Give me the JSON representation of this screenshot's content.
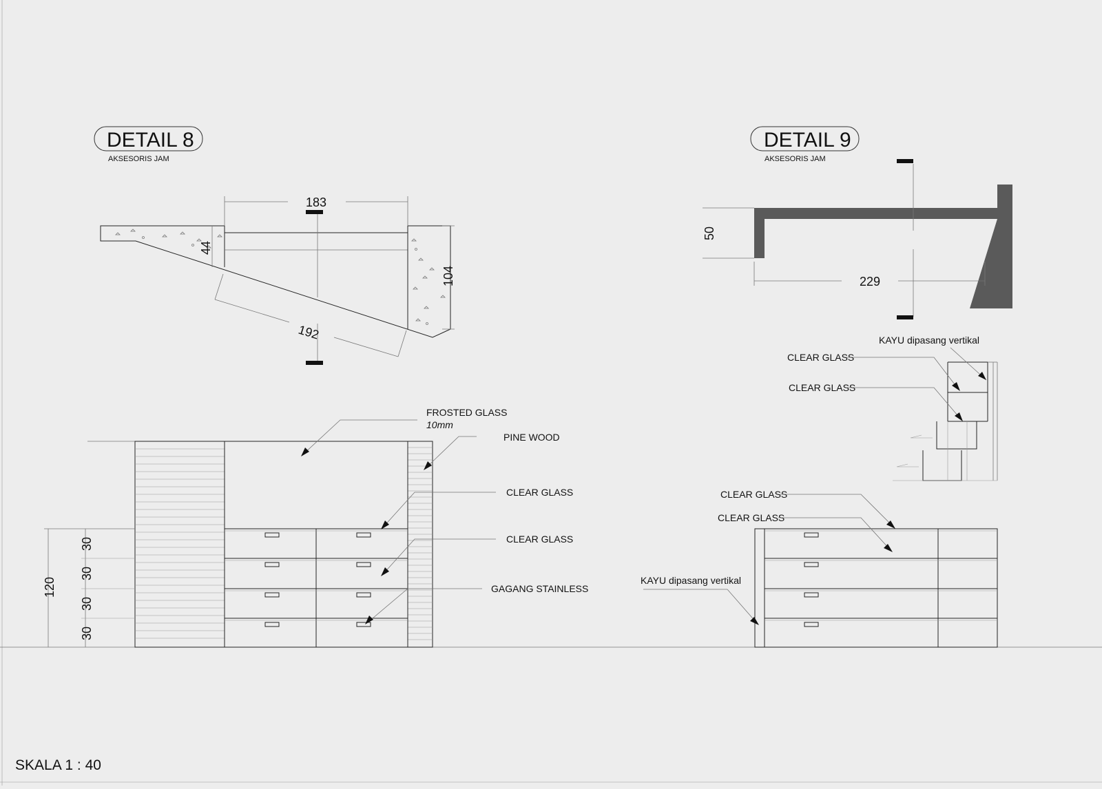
{
  "detail8": {
    "title": "DETAIL 8",
    "subtitle": "AKSESORIS JAM",
    "dims": {
      "width": "183",
      "depth": "44",
      "height": "104",
      "slope": "192"
    }
  },
  "detail9": {
    "title": "DETAIL 9",
    "subtitle": "AKSESORIS JAM",
    "dims": {
      "height": "50",
      "width": "229"
    }
  },
  "elevation_left": {
    "labels": {
      "frosted_glass": "FROSTED GLASS",
      "frosted_glass_thickness": "10mm",
      "pine_wood": "PINE WOOD",
      "clear_glass_1": "CLEAR GLASS",
      "clear_glass_2": "CLEAR GLASS",
      "gagang_stainless": "GAGANG STAINLESS"
    },
    "dims": {
      "total_height": "120",
      "rows": [
        "30",
        "30",
        "30",
        "30"
      ]
    }
  },
  "elevation_right": {
    "labels": {
      "clear_glass_1": "CLEAR GLASS",
      "clear_glass_2": "CLEAR GLASS",
      "kayu": "KAYU dipasang vertikal"
    }
  },
  "section_right": {
    "labels": {
      "kayu": "KAYU dipasang vertikal",
      "clear_glass_1": "CLEAR GLASS",
      "clear_glass_2": "CLEAR GLASS"
    }
  },
  "footer": {
    "scale": "SKALA 1 : 40"
  },
  "colors": {
    "paper": "#ededed",
    "ink": "#111111",
    "solid_fill": "#5a5a5a"
  }
}
